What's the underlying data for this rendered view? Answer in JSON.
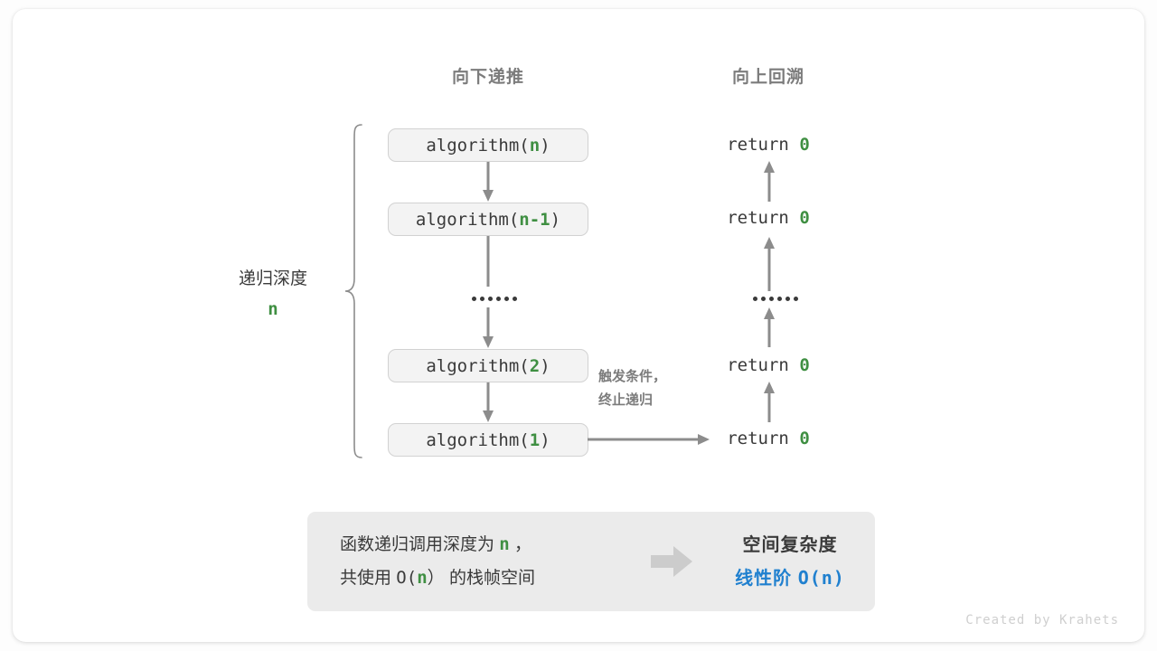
{
  "headers": {
    "down": "向下递推",
    "up": "向上回溯"
  },
  "depth_label": {
    "text": "递归深度",
    "value": "n"
  },
  "calls": [
    {
      "fn": "algorithm(",
      "arg": "n",
      "close": ")"
    },
    {
      "fn": "algorithm(",
      "arg": "n-1",
      "close": ")"
    },
    {
      "fn": "algorithm(",
      "arg": "2",
      "close": ")"
    },
    {
      "fn": "algorithm(",
      "arg": "1",
      "close": ")"
    }
  ],
  "returns": [
    {
      "kw": "return ",
      "val": "0"
    },
    {
      "kw": "return ",
      "val": "0"
    },
    {
      "kw": "return ",
      "val": "0"
    },
    {
      "kw": "return ",
      "val": "0"
    }
  ],
  "ellipsis": "••••••",
  "note": {
    "line1": "触发条件，",
    "line2": "终止递归"
  },
  "summary": {
    "left_line1_a": "函数递归调用深度为",
    "left_line1_n": "n",
    "left_line1_b": "，",
    "left_line2_a": "共使用",
    "left_line2_o": "O(",
    "left_line2_n": "n",
    "left_line2_c": "）",
    "left_line2_b": "的栈帧空间",
    "right_title": "空间复杂度",
    "right_value_text": "线性阶",
    "right_value_mono": "O(n)"
  },
  "footer": "Created by Krahets",
  "colors": {
    "green": "#3f8f42",
    "blue": "#2080cf",
    "gray_text": "#3a3a3a",
    "gray_muted": "#7c7c7c",
    "arrow": "#8c8c8c",
    "box_fill": "#f3f3f3",
    "panel_fill": "#ebebeb",
    "block_arrow": "#cccccc"
  }
}
